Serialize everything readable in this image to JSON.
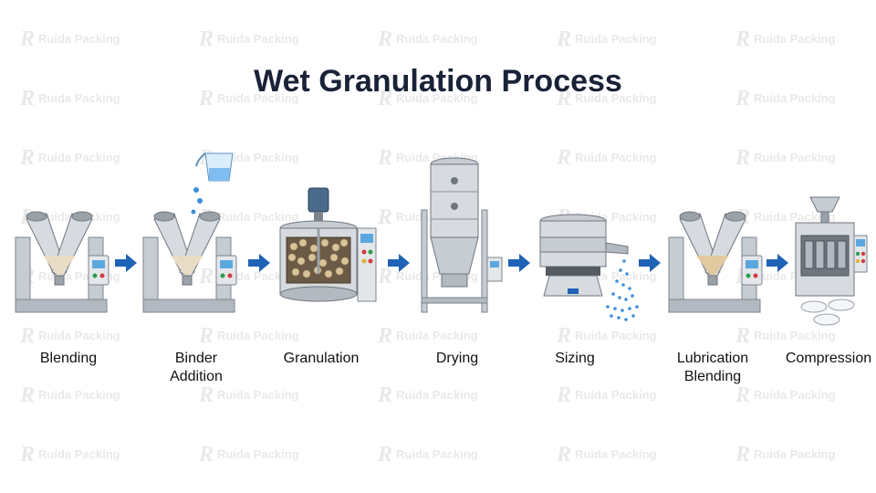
{
  "title": "Wet Granulation Process",
  "watermark": "Ruida Packing",
  "steps": [
    {
      "line1": "Blending",
      "line2": "",
      "icon": "v-blender-icon"
    },
    {
      "line1": "Binder",
      "line2": "Addition",
      "icon": "v-blender-with-beaker-icon"
    },
    {
      "line1": "Granulation",
      "line2": "",
      "icon": "high-shear-granulator-icon"
    },
    {
      "line1": "Drying",
      "line2": "",
      "icon": "fluid-bed-dryer-icon"
    },
    {
      "line1": "Sizing",
      "line2": "",
      "icon": "vibrating-sieve-icon"
    },
    {
      "line1": "Lubrication",
      "line2": "Blending",
      "icon": "v-blender-icon"
    },
    {
      "line1": "Compression",
      "line2": "",
      "icon": "tablet-press-icon"
    }
  ],
  "colors": {
    "title": "#1a2238",
    "arrow": "#1f63b6",
    "steel": "#b9bec4",
    "powder": "#e8dcc4",
    "water": "#3b8fd9"
  }
}
